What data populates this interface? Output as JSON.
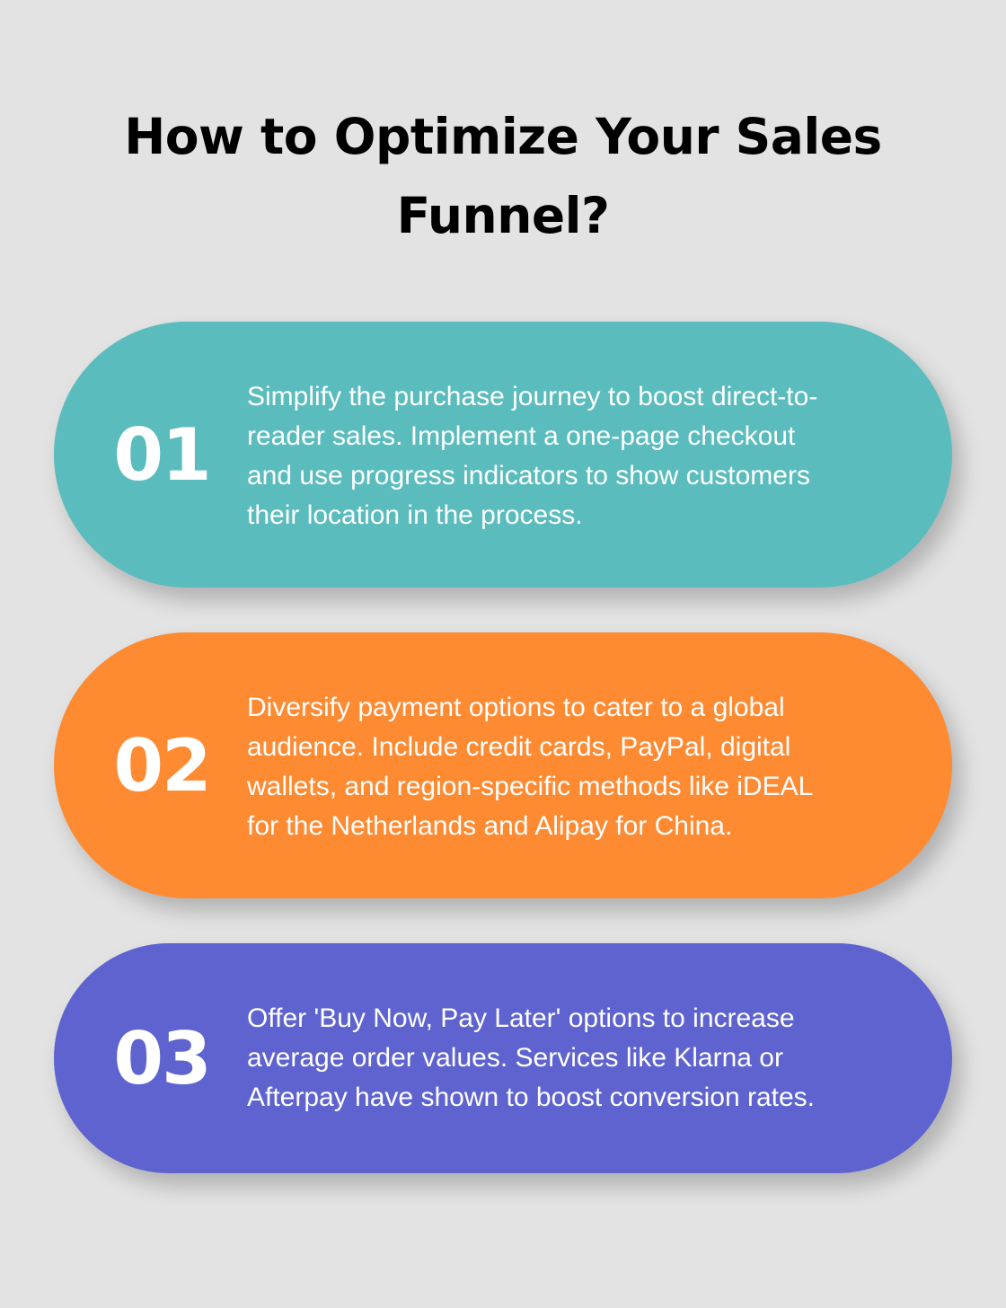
{
  "title": {
    "lines": [
      "How to Optimize Your Sales",
      "Funnel?"
    ]
  },
  "steps": [
    {
      "number": "01",
      "color": "#5bbcbe",
      "lines": [
        "Simplify the purchase journey to boost direct-to-",
        "reader sales. Implement a one-page checkout",
        "and use progress indicators to show customers",
        "their location in the process."
      ]
    },
    {
      "number": "02",
      "color": "#fe8a32",
      "lines": [
        "Diversify payment options to cater to a global",
        "audience. Include credit cards, PayPal, digital",
        "wallets, and region-specific methods like iDEAL",
        "for the Netherlands and Alipay for China."
      ]
    },
    {
      "number": "03",
      "color": "#5e63d0",
      "lines": [
        "Offer 'Buy Now, Pay Later' options to increase",
        "average order values. Services like Klarna or",
        "Afterpay have shown to boost conversion rates."
      ]
    }
  ]
}
